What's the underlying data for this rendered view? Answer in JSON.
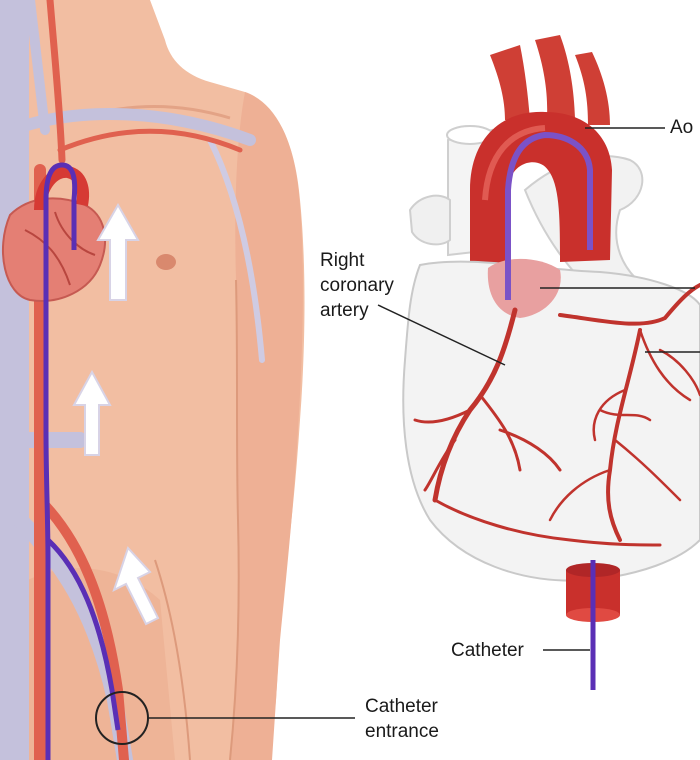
{
  "labels": {
    "aorta": "Ao",
    "right_coronary_artery": "Right\ncoronary\nartery",
    "catheter": "Catheter",
    "catheter_entrance": "Catheter\nentrance"
  },
  "colors": {
    "skin": "#f2bea2",
    "skin_shadow": "#e6a487",
    "artery_red": "#d63a34",
    "aorta_dark": "#b8262a",
    "vein_lavender": "#c4c1dc",
    "catheter_purple": "#5a2fb5",
    "heart_white": "#f3f3f3",
    "heart_outline": "#c9c9c9",
    "leader_line": "#222222"
  }
}
